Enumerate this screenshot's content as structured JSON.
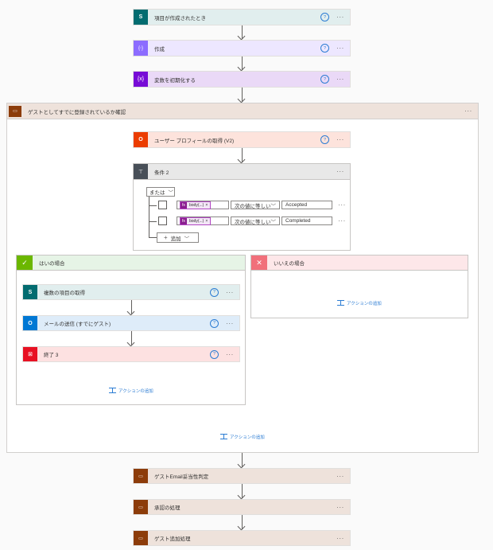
{
  "steps": {
    "trigger": {
      "title": "項目が作成されたとき",
      "icon": "sharepoint-icon",
      "color": "#036c70"
    },
    "compose": {
      "title": "作成",
      "icon": "compose-icon",
      "color": "#8c6cff"
    },
    "init_var": {
      "title": "変数を初期化する",
      "icon": "variable-icon",
      "color": "#770bd6"
    }
  },
  "scope": {
    "title": "ゲストとしてすでに登録されているか確認",
    "color": "#8c3c0a"
  },
  "profile": {
    "title": "ユーザー プロフィールの取得 (V2)",
    "color": "#eb3c00"
  },
  "condition": {
    "title": "条件 2",
    "operator": "または",
    "rows": [
      {
        "token": "body(...)",
        "op": "次の値に等しい",
        "value": "Accepted"
      },
      {
        "token": "body(...)",
        "op": "次の値に等しい",
        "value": "Completed"
      }
    ],
    "add_label": "追加"
  },
  "yes_branch": {
    "title": "はいの場合",
    "actions": [
      {
        "title": "複数の項目の取得",
        "color": "#036c70"
      },
      {
        "title": "メールの送信 (すでにゲスト)",
        "color": "#0078d4"
      },
      {
        "title": "終了 3",
        "color": "#e81123"
      }
    ],
    "add_action": "アクションの追加"
  },
  "no_branch": {
    "title": "いいえの場合",
    "add_action": "アクションの追加"
  },
  "scope_add_action": "アクションの追加",
  "bottom_steps": [
    {
      "title": "ゲストEmail妥当性判定"
    },
    {
      "title": "承認の処理"
    },
    {
      "title": "ゲスト追加処理"
    }
  ],
  "glyphs": {
    "help": "?",
    "more": "···",
    "close": "×",
    "chevron": "﹀",
    "plus": "+"
  }
}
